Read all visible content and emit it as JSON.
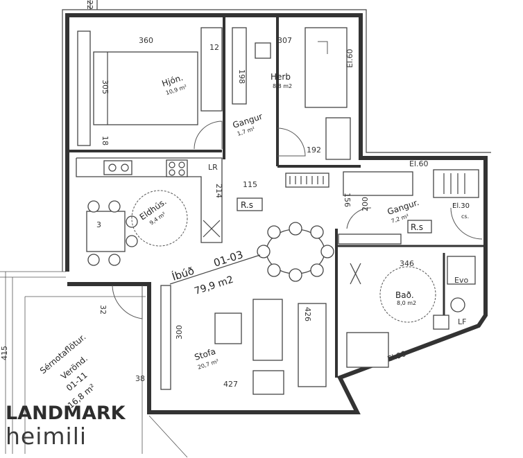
{
  "rooms": {
    "hjon": {
      "name": "Hjón.",
      "area": "10,9 m²"
    },
    "herb": {
      "name": "Herb",
      "area": "8,8 m2"
    },
    "gangur1": {
      "name": "Gangur",
      "area": "1,7 m²"
    },
    "eldhus": {
      "name": "Eldhús.",
      "area": "9,4 m²"
    },
    "gangur2": {
      "name": "Gangur.",
      "area": "7,2 m²"
    },
    "bad": {
      "name": "Bað.",
      "area": "8,0 m2"
    },
    "stofa": {
      "name": "Stofa",
      "area": "20,7 m²"
    },
    "verond": {
      "name_line1": "Sérnotaflötur.",
      "name_line2": "Verönd.",
      "code": "01-11",
      "area": "16,8 m²"
    },
    "ibud": {
      "name": "Íbúð",
      "code": "01-03",
      "area": "79,9 m2"
    }
  },
  "tags": {
    "rs1": "R.s",
    "rs2": "R.s",
    "lr": "LR",
    "eva": "Evo",
    "lf": "LF",
    "closet": "El.30",
    "closet_sub": "cs."
  },
  "dimensions": {
    "d360": "360",
    "d12": "12",
    "d307": "307",
    "d198": "198",
    "d305": "305",
    "d18": "18",
    "d192": "192",
    "d160": "El.60",
    "d115": "115",
    "d214": "214",
    "d156": "156",
    "d200": "200",
    "d60b": "El.60",
    "d3": "3",
    "d346": "346",
    "d32": "32",
    "d300": "300",
    "d426": "426",
    "d427": "427",
    "d38": "38",
    "d190": "El.90",
    "d415": "415",
    "d22": "22"
  },
  "brand": {
    "line1": "LANDMARK",
    "line2": "heimili"
  }
}
